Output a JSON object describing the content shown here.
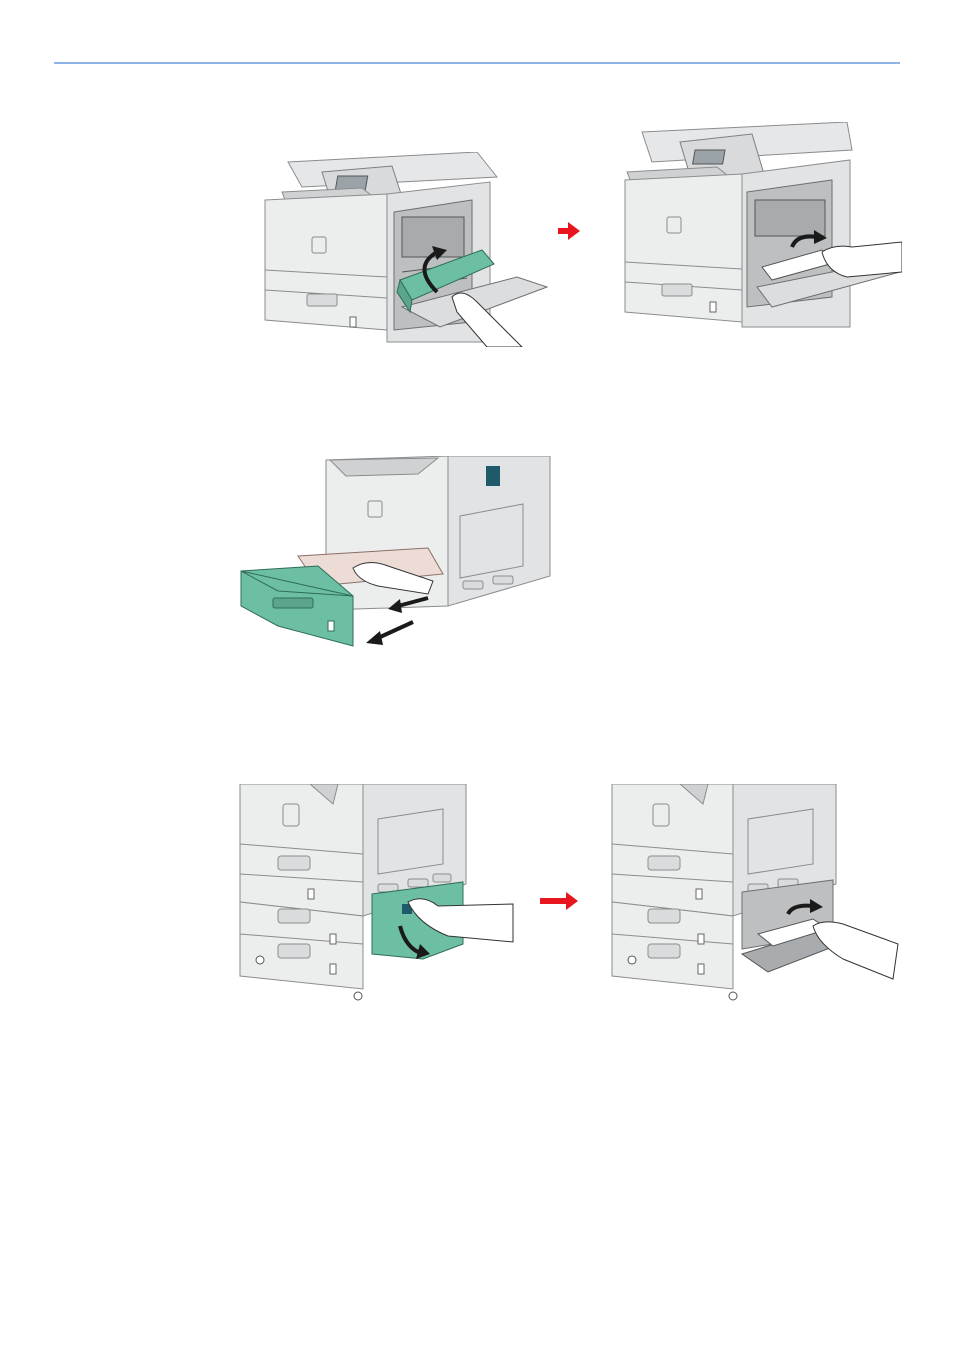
{
  "page": {
    "header_rule_color": "#8fb3e6",
    "accent_green": "#6dbfa4",
    "arrow_red": "#e8141e"
  },
  "figures": [
    {
      "id": "step1-left",
      "content": "printer-right-cover-open-fuser-lift"
    },
    {
      "id": "step1-arrow",
      "content": "red-arrow-icon"
    },
    {
      "id": "step1-right",
      "content": "printer-remove-jammed-paper"
    },
    {
      "id": "step2",
      "content": "pull-out-paper-cassette"
    },
    {
      "id": "step3-left",
      "content": "open-lower-right-cover"
    },
    {
      "id": "step3-arrow",
      "content": "red-arrow-icon"
    },
    {
      "id": "step3-right",
      "content": "remove-paper-from-lower-cover"
    }
  ]
}
